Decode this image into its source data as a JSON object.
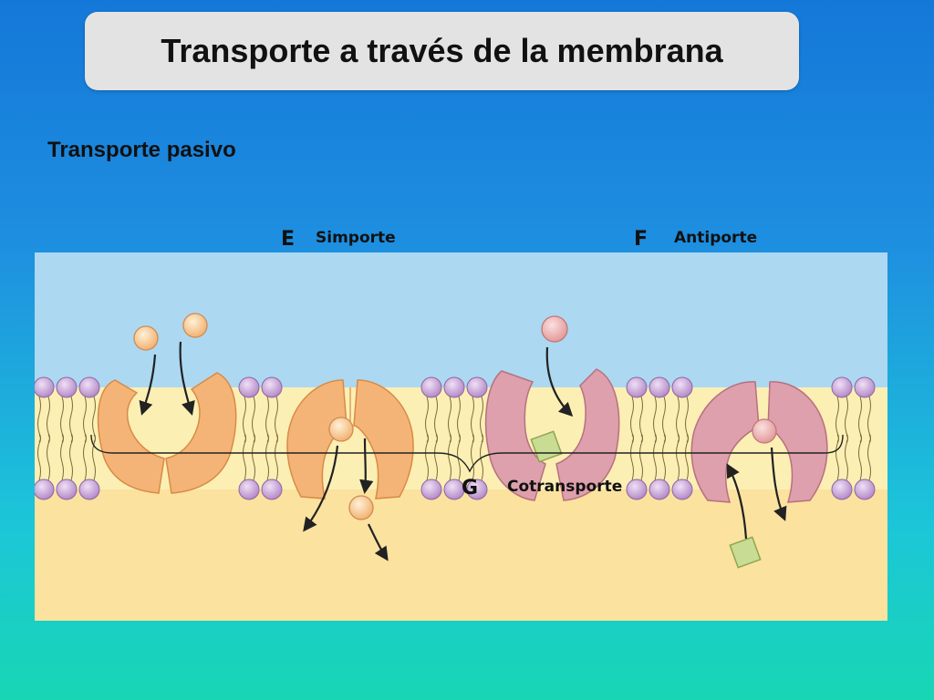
{
  "title": "Transporte a través de la membrana",
  "subtitle": "Transporte pasivo",
  "labels": {
    "simporte": {
      "letter": "E",
      "text": "Simporte"
    },
    "antiporte": {
      "letter": "F",
      "text": "Antiporte"
    },
    "cotransporte": {
      "letter": "G",
      "text": "Cotransporte"
    }
  },
  "colors": {
    "exterior": "#acd8f2",
    "interior": "#fbe29f",
    "lipid_tail_zone": "#fcefb4",
    "phospholipid_head": "#c9a6d8",
    "simporte_protein": "#f5b477",
    "antiporte_protein": "#dda0ac",
    "solute_sphere": "#f7c48c",
    "solute_square": "#c9dc94"
  }
}
